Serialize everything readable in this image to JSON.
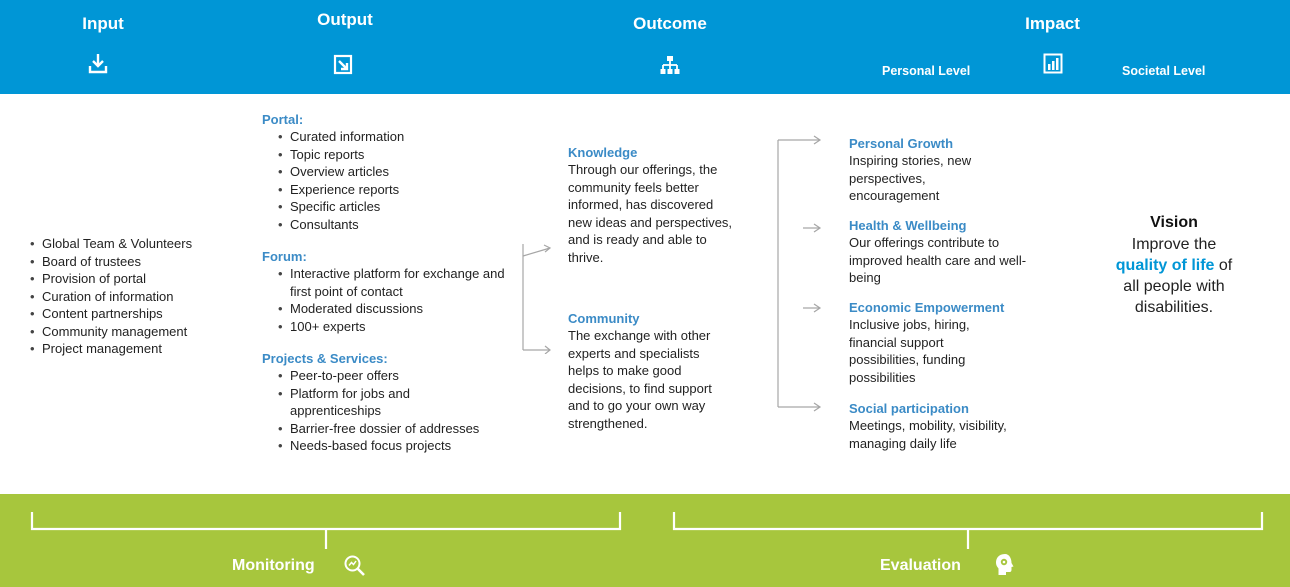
{
  "header": {
    "input": "Input",
    "output": "Output",
    "outcome": "Outcome",
    "impact": "Impact",
    "personal_level": "Personal Level",
    "societal_level": "Societal Level"
  },
  "input": {
    "items": [
      "Global Team & Volunteers",
      "Board of trustees",
      "Provision of portal",
      "Curation of information",
      "Content partnerships",
      "Community management",
      "Project management"
    ]
  },
  "output": {
    "portal": {
      "title": "Portal:",
      "items": [
        "Curated information",
        "Topic reports",
        "Overview articles",
        "Experience reports",
        "Specific articles",
        "Consultants"
      ]
    },
    "forum": {
      "title": "Forum:",
      "items": [
        "Interactive platform for exchange and first point of contact",
        "Moderated discussions",
        "100+ experts"
      ]
    },
    "projects": {
      "title": "Projects & Services:",
      "items": [
        "Peer-to-peer offers",
        "Platform for jobs and apprenticeships",
        "Barrier-free dossier of addresses",
        "Needs-based focus projects"
      ]
    }
  },
  "outcome": {
    "knowledge": {
      "title": "Knowledge",
      "text": "Through our offerings, the community feels better informed, has discovered new ideas and perspectives, and is ready and able to thrive."
    },
    "community": {
      "title": "Community",
      "text": "The exchange with other experts and specialists helps to make good decisions, to find support and to go your own way strengthened."
    }
  },
  "impact": {
    "personal_growth": {
      "title": "Personal Growth",
      "text": "Inspiring stories, new perspectives, encouragement"
    },
    "health": {
      "title": "Health & Wellbeing",
      "text": "Our offerings contribute to improved health care and well-being"
    },
    "economic": {
      "title": "Economic Empowerment",
      "text": "Inclusive jobs, hiring, financial support possibilities, funding possibilities"
    },
    "social": {
      "title": "Social participation",
      "text": "Meetings, mobility, visibility, managing daily life"
    }
  },
  "vision": {
    "title": "Vision",
    "pre": "Improve the",
    "highlight": "quality of life",
    "post": "of all people with disabilities."
  },
  "footer": {
    "monitoring": "Monitoring",
    "evaluation": "Evaluation"
  },
  "icons": {
    "input": "download-icon",
    "output": "export-icon",
    "outcome": "hierarchy-icon",
    "impact": "bar-chart-icon",
    "monitoring": "magnifier-chart-icon",
    "evaluation": "head-gear-icon"
  },
  "colors": {
    "header_bg": "#0096d6",
    "footer_bg": "#a7c63d",
    "title_blue": "#3b8bc6",
    "arrow_gray": "#a6a6a6"
  }
}
